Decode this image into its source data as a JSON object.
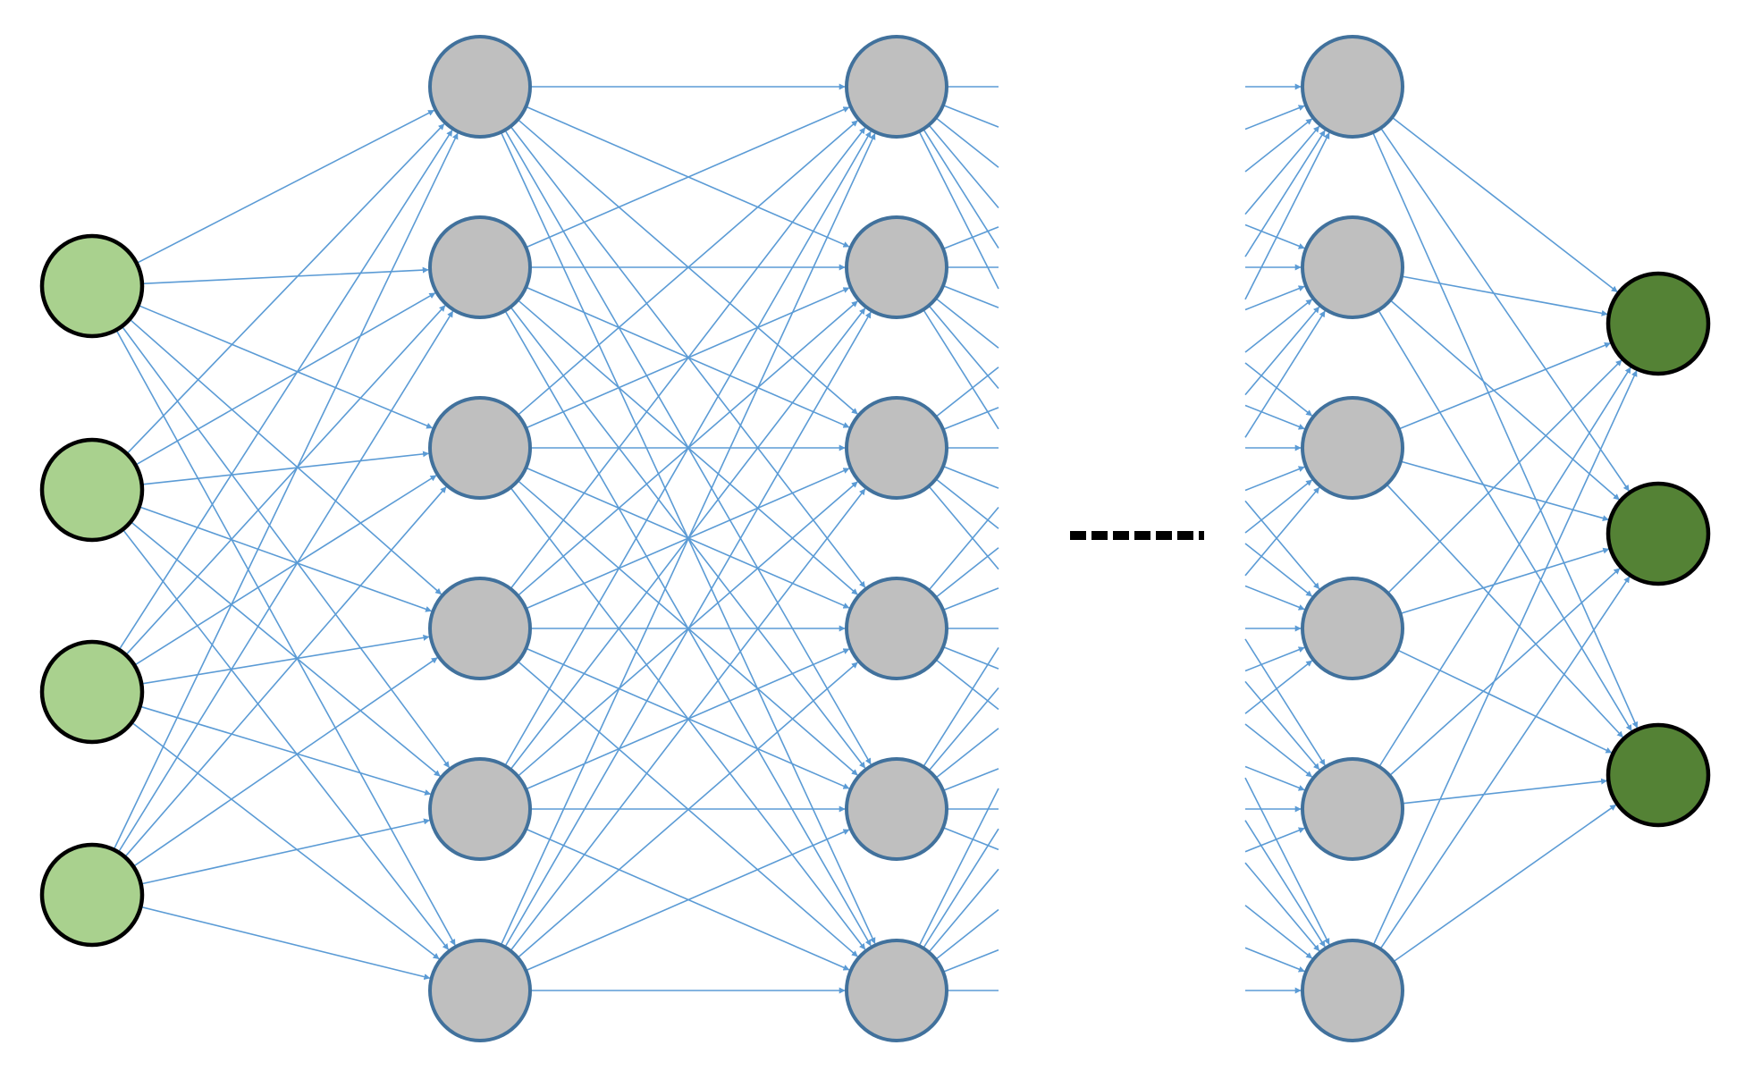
{
  "diagram": {
    "type": "fully-connected neural network",
    "layers": [
      {
        "role": "input",
        "nodes": 4,
        "fill": "#a9d18e",
        "stroke": "#000000"
      },
      {
        "role": "hidden",
        "nodes": 6,
        "fill": "#bfbfbf",
        "stroke": "#41719c"
      },
      {
        "role": "hidden",
        "nodes": 6,
        "fill": "#bfbfbf",
        "stroke": "#41719c"
      },
      {
        "role": "hidden",
        "nodes": 6,
        "fill": "#bfbfbf",
        "stroke": "#41719c"
      },
      {
        "role": "output",
        "nodes": 3,
        "fill": "#548235",
        "stroke": "#000000"
      }
    ],
    "elided_layers_between": [
      2,
      3
    ],
    "ellipsis_indicator": "dotted-line",
    "colors": {
      "edge": "#5b9bd5",
      "hidden_fill": "#bfbfbf",
      "hidden_stroke": "#41719c",
      "input_fill": "#a9d18e",
      "output_fill": "#548235",
      "ellipsis": "#000000"
    }
  }
}
